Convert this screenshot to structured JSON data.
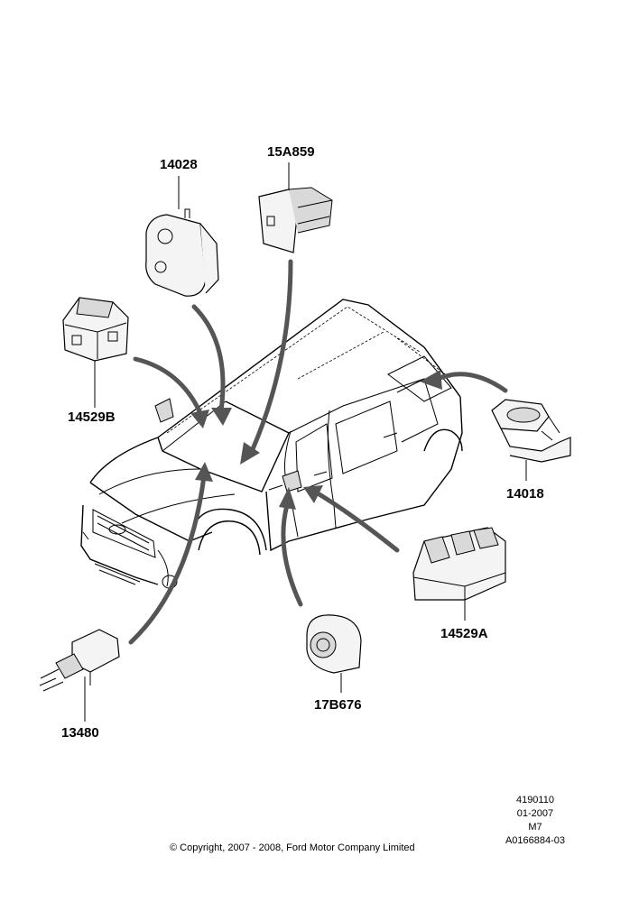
{
  "parts": {
    "p14028": "14028",
    "p15A859": "15A859",
    "p14529B": "14529B",
    "p14018": "14018",
    "p14529A": "14529A",
    "p13480": "13480",
    "p17B676": "17B676"
  },
  "meta": {
    "line1": "4190110",
    "line2": "01-2007",
    "line3": "M7",
    "line4": "A0166884-03"
  },
  "copyright": "© Copyright, 2007 - 2008, Ford Motor Company Limited",
  "colors": {
    "arrow": "#555555",
    "line": "#000000",
    "background": "#ffffff"
  }
}
